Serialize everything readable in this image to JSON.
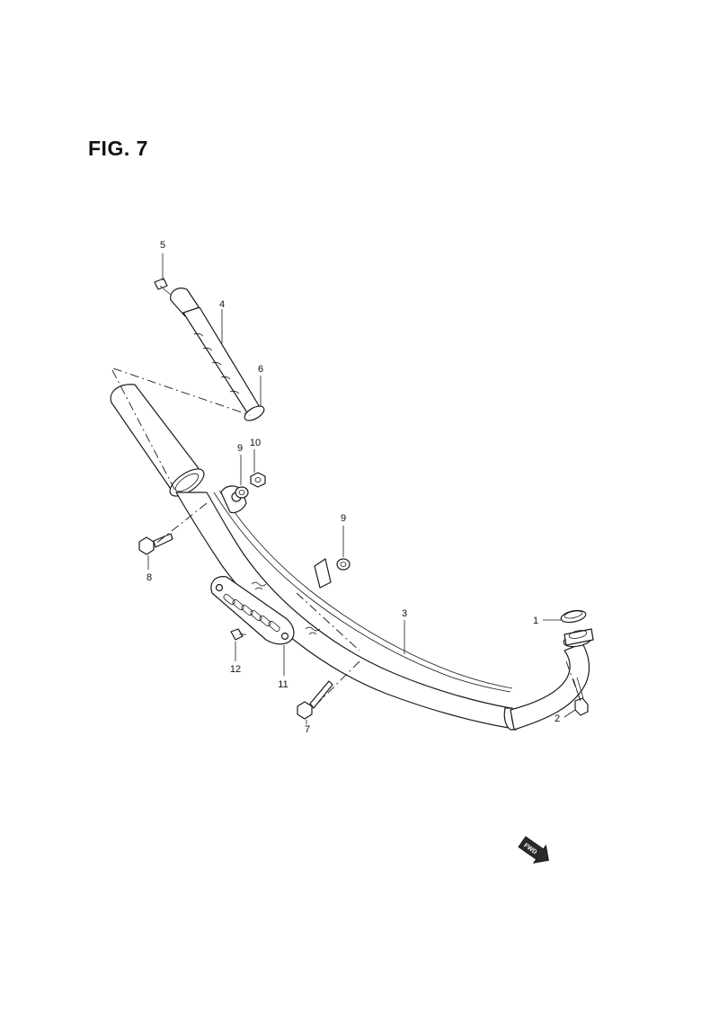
{
  "figure": {
    "title": "FIG. 7"
  },
  "parts": {
    "p1": "1",
    "p2": "2",
    "p3": "3",
    "p4": "4",
    "p5": "5",
    "p6": "6",
    "p7": "7",
    "p8": "8",
    "p9a": "9",
    "p9b": "9",
    "p10": "10",
    "p11": "11",
    "p12": "12"
  },
  "direction_marker": {
    "label": "FWD",
    "icon": "front-direction-arrow-icon"
  }
}
